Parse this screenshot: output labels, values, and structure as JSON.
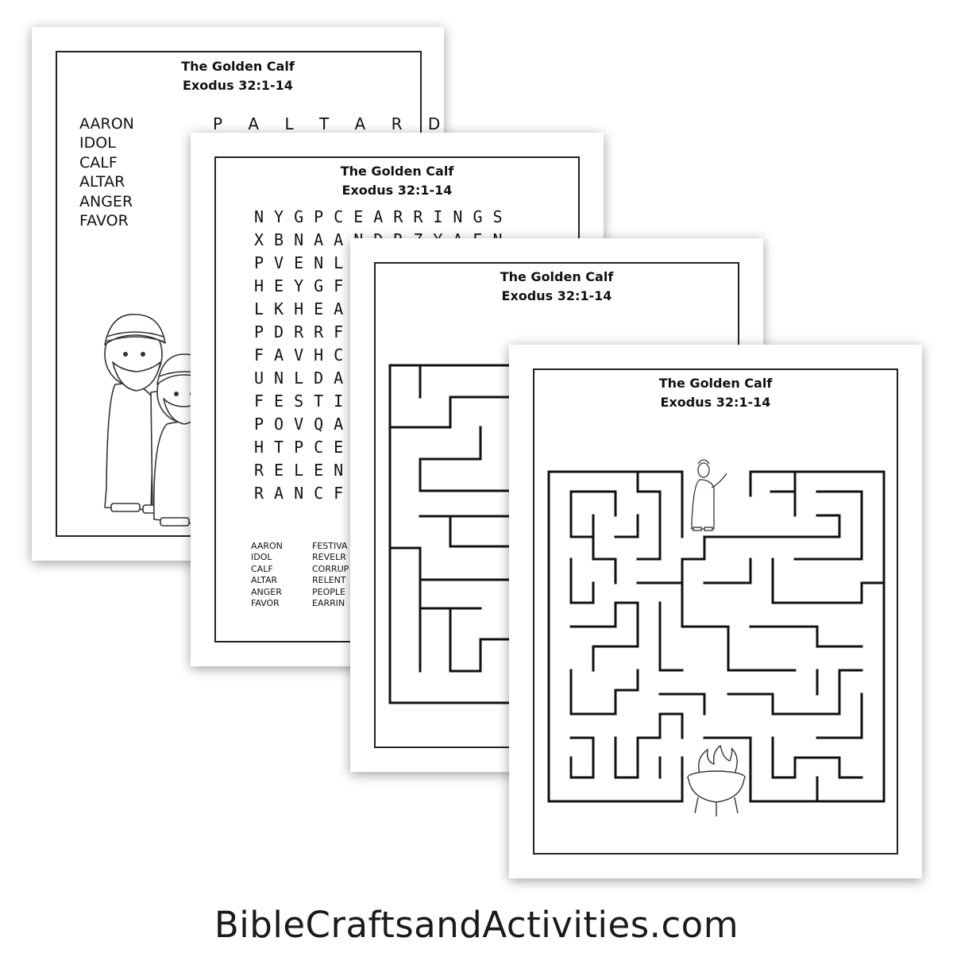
{
  "sheet_title": "The Golden Calf",
  "sheet_reference": "Exodus 32:1-14",
  "scramble_page": {
    "words": [
      "AARON",
      "IDOL",
      "CALF",
      "ALTAR",
      "ANGER",
      "FAVOR"
    ],
    "first_scramble": "P A L T A R D"
  },
  "wordsearch_page": {
    "grid_rows": [
      "NYGPCEARRINGS",
      "XBNAANDRZYAEN",
      "PVENL",
      "HEYGF",
      "LKHEA",
      "PDRRF",
      "FAVHC",
      "UNLDA",
      "FESTI",
      "POVQA",
      "HTPCE",
      "RELEN",
      "RANCF"
    ],
    "word_bank_col1": [
      "AARON",
      "IDOL",
      "CALF",
      "ALTAR",
      "ANGER",
      "FAVOR"
    ],
    "word_bank_col2": [
      "FESTIVA",
      "REVELR",
      "CORRUP",
      "RELENT",
      "PEOPLE",
      "EARRIN"
    ]
  },
  "footer": {
    "site": "BibleCraftsandActivities.com"
  }
}
